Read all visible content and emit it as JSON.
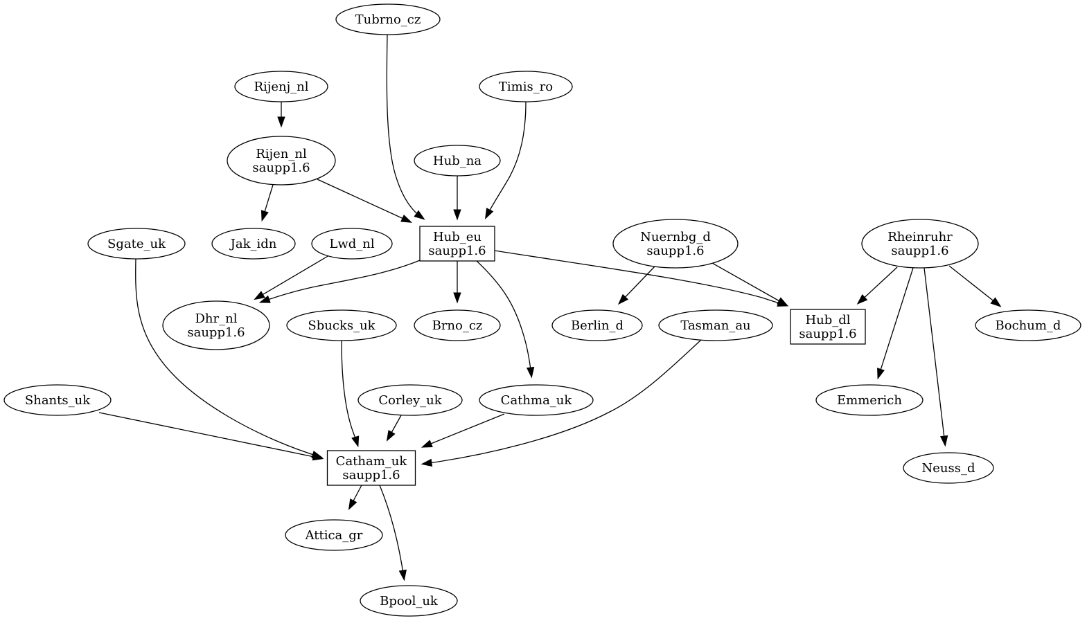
{
  "nodes": [
    {
      "id": "Tubrno_cz",
      "lines": [
        "Tubrno_cz"
      ],
      "shape": "ellipse"
    },
    {
      "id": "Rijenj_nl",
      "lines": [
        "Rijenj_nl"
      ],
      "shape": "ellipse"
    },
    {
      "id": "Timis_ro",
      "lines": [
        "Timis_ro"
      ],
      "shape": "ellipse"
    },
    {
      "id": "Rijen_nl",
      "lines": [
        "Rijen_nl",
        "saupp1.6"
      ],
      "shape": "ellipse"
    },
    {
      "id": "Hub_na",
      "lines": [
        "Hub_na"
      ],
      "shape": "ellipse"
    },
    {
      "id": "Hub_eu",
      "lines": [
        "Hub_eu",
        "saupp1.6"
      ],
      "shape": "box"
    },
    {
      "id": "Sgate_uk",
      "lines": [
        "Sgate_uk"
      ],
      "shape": "ellipse"
    },
    {
      "id": "Jak_idn",
      "lines": [
        "Jak_idn"
      ],
      "shape": "ellipse"
    },
    {
      "id": "Lwd_nl",
      "lines": [
        "Lwd_nl"
      ],
      "shape": "ellipse"
    },
    {
      "id": "Nuernbg_d",
      "lines": [
        "Nuernbg_d",
        "saupp1.6"
      ],
      "shape": "ellipse"
    },
    {
      "id": "Rheinruhr",
      "lines": [
        "Rheinruhr",
        "saupp1.6"
      ],
      "shape": "ellipse"
    },
    {
      "id": "Dhr_nl",
      "lines": [
        "Dhr_nl",
        "saupp1.6"
      ],
      "shape": "ellipse"
    },
    {
      "id": "Sbucks_uk",
      "lines": [
        "Sbucks_uk"
      ],
      "shape": "ellipse"
    },
    {
      "id": "Brno_cz",
      "lines": [
        "Brno_cz"
      ],
      "shape": "ellipse"
    },
    {
      "id": "Berlin_d",
      "lines": [
        "Berlin_d"
      ],
      "shape": "ellipse"
    },
    {
      "id": "Tasman_au",
      "lines": [
        "Tasman_au"
      ],
      "shape": "ellipse"
    },
    {
      "id": "Hub_dl",
      "lines": [
        "Hub_dl",
        "saupp1.6"
      ],
      "shape": "box"
    },
    {
      "id": "Bochum_d",
      "lines": [
        "Bochum_d"
      ],
      "shape": "ellipse"
    },
    {
      "id": "Shants_uk",
      "lines": [
        "Shants_uk"
      ],
      "shape": "ellipse"
    },
    {
      "id": "Corley_uk",
      "lines": [
        "Corley_uk"
      ],
      "shape": "ellipse"
    },
    {
      "id": "Cathma_uk",
      "lines": [
        "Cathma_uk"
      ],
      "shape": "ellipse"
    },
    {
      "id": "Emmerich",
      "lines": [
        "Emmerich"
      ],
      "shape": "ellipse"
    },
    {
      "id": "Catham_uk",
      "lines": [
        "Catham_uk",
        "saupp1.6"
      ],
      "shape": "box"
    },
    {
      "id": "Neuss_d",
      "lines": [
        "Neuss_d"
      ],
      "shape": "ellipse"
    },
    {
      "id": "Attica_gr",
      "lines": [
        "Attica_gr"
      ],
      "shape": "ellipse"
    },
    {
      "id": "Bpool_uk",
      "lines": [
        "Bpool_uk"
      ],
      "shape": "ellipse"
    }
  ],
  "edges": [
    {
      "from": "Rijenj_nl",
      "to": "Rijen_nl"
    },
    {
      "from": "Tubrno_cz",
      "to": "Hub_eu"
    },
    {
      "from": "Timis_ro",
      "to": "Hub_eu"
    },
    {
      "from": "Hub_na",
      "to": "Hub_eu"
    },
    {
      "from": "Rijen_nl",
      "to": "Hub_eu"
    },
    {
      "from": "Rijen_nl",
      "to": "Jak_idn"
    },
    {
      "from": "Lwd_nl",
      "to": "Dhr_nl"
    },
    {
      "from": "Hub_eu",
      "to": "Dhr_nl"
    },
    {
      "from": "Hub_eu",
      "to": "Brno_cz"
    },
    {
      "from": "Hub_eu",
      "to": "Cathma_uk"
    },
    {
      "from": "Hub_eu",
      "to": "Hub_dl"
    },
    {
      "from": "Nuernbg_d",
      "to": "Berlin_d"
    },
    {
      "from": "Nuernbg_d",
      "to": "Hub_dl"
    },
    {
      "from": "Rheinruhr",
      "to": "Hub_dl"
    },
    {
      "from": "Rheinruhr",
      "to": "Bochum_d"
    },
    {
      "from": "Rheinruhr",
      "to": "Emmerich"
    },
    {
      "from": "Rheinruhr",
      "to": "Neuss_d"
    },
    {
      "from": "Sgate_uk",
      "to": "Catham_uk"
    },
    {
      "from": "Shants_uk",
      "to": "Catham_uk"
    },
    {
      "from": "Sbucks_uk",
      "to": "Catham_uk"
    },
    {
      "from": "Corley_uk",
      "to": "Catham_uk"
    },
    {
      "from": "Cathma_uk",
      "to": "Catham_uk"
    },
    {
      "from": "Tasman_au",
      "to": "Catham_uk"
    },
    {
      "from": "Catham_uk",
      "to": "Attica_gr"
    },
    {
      "from": "Catham_uk",
      "to": "Bpool_uk"
    }
  ]
}
